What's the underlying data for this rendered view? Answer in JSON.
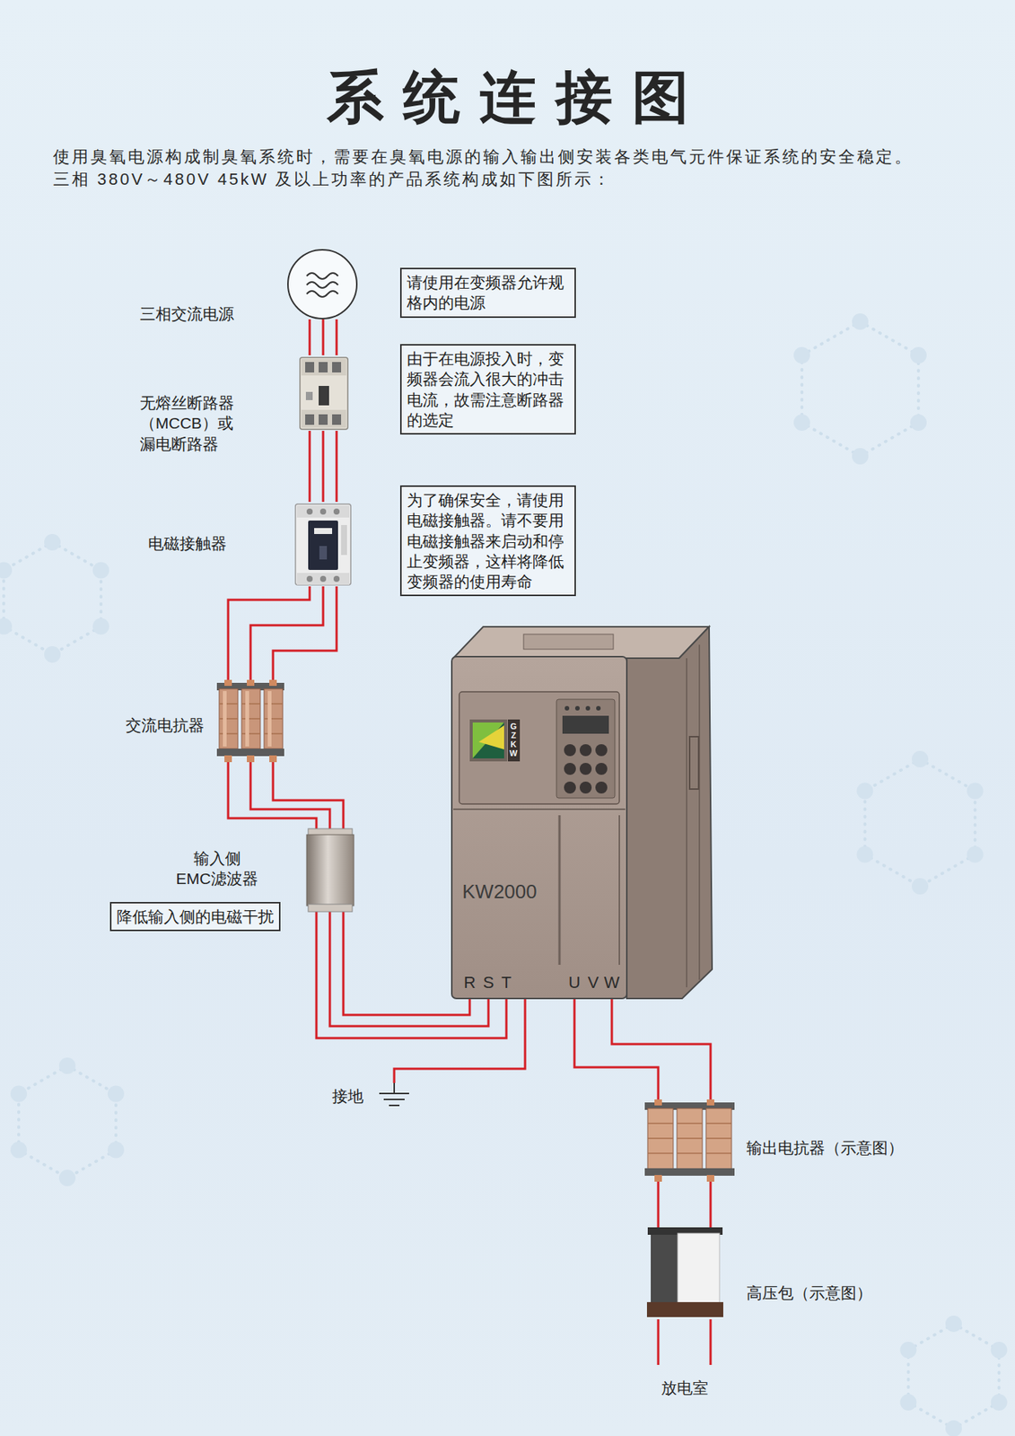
{
  "diagram": {
    "title": "系统连接图",
    "nodes": [
      {
        "text": [
          "三相交流电源"
        ]
      },
      {
        "text": [
          "请使用在变频器允许规格内的电源"
        ]
      },
      {
        "text": [
          "无熔丝断路器 （MCCB）或 漏电断路器"
        ]
      },
      {
        "text": [
          "由于在电源投入时，变频器会流入很大的冲击电流，故需注意断路器的选定"
        ]
      },
      {
        "text": [
          "电磁接触器"
        ]
      },
      {
        "text": [
          "为了确保安全，请使用电磁接触器。请不要用电磁接触器来启动和停止变频器，这样将降低变频器的使用寿命"
        ]
      },
      {
        "text": [
          "交流电抗器"
        ]
      },
      {
        "text": [
          "KW2000"
        ]
      },
      {
        "text": [
          "输入侧 EMC滤波器"
        ]
      },
      {
        "text": [
          "降低输入侧的电磁干扰"
        ]
      },
      {
        "text": [
          "接地"
        ]
      },
      {
        "text": [
          "输出电抗器（示意图）"
        ]
      },
      {
        "text": [
          "高压包（示意图）"
        ]
      }
    ],
    "edges": [
      {
        "from": 0,
        "to": 2,
        "arrow": "none"
      },
      {
        "from": 2,
        "to": 4,
        "arrow": "none"
      },
      {
        "from": 4,
        "to": 6,
        "arrow": "none"
      },
      {
        "from": 6,
        "to": 8,
        "arrow": "none"
      },
      {
        "from": 8,
        "to": 7,
        "arrow": "none"
      },
      {
        "from": 7,
        "to": 10,
        "arrow": "none"
      },
      {
        "from": 7,
        "to": 11,
        "arrow": "none"
      },
      {
        "from": 11,
        "to": 12,
        "arrow": "none"
      }
    ],
    "labels": [
      "使用臭氧电源构成制臭氧系统时，需要在臭氧电源的输入输出侧安装各类电气元件保证系统的安全稳定。",
      "三相 380V～480V 45kW 及以上功率的产品系统构成如下图所示：",
      "GZKW",
      "R",
      "S",
      "T",
      "U",
      "V",
      "W",
      "放电室"
    ]
  }
}
